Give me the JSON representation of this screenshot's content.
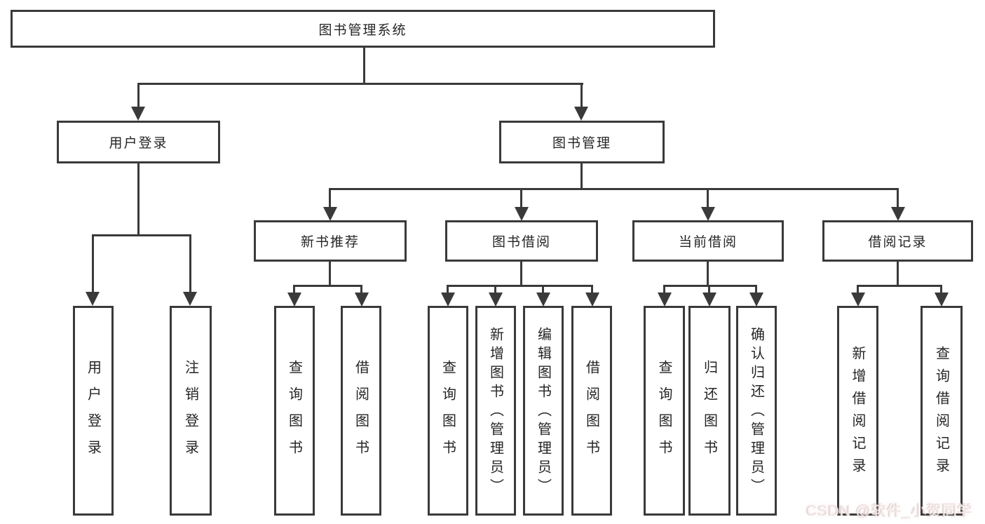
{
  "nodes": {
    "root": "图书管理系统",
    "user_login": "用户登录",
    "book_management": "图书管理",
    "new_book_recommend": "新书推荐",
    "book_borrow": "图书借阅",
    "current_borrow": "当前借阅",
    "borrow_records": "借阅记录",
    "login_children": [
      "用户登录",
      "注销登录"
    ],
    "recommend_children": [
      "查询图书",
      "借阅图书"
    ],
    "borrow_children": [
      "查询图书",
      "新增图书（管理员）",
      "编辑图书（管理员）",
      "借阅图书"
    ],
    "current_children": [
      "查询图书",
      "归还图书",
      "确认归还（管理员）"
    ],
    "records_children": [
      "新增借阅记录",
      "查询借阅记录"
    ]
  },
  "watermark": "CSDN @软件_小贺同学",
  "colors": {
    "line": "#3a3a3a",
    "box_fill": "#ffffff",
    "text": "#252525",
    "watermark_tint": "#f0e2e2"
  }
}
